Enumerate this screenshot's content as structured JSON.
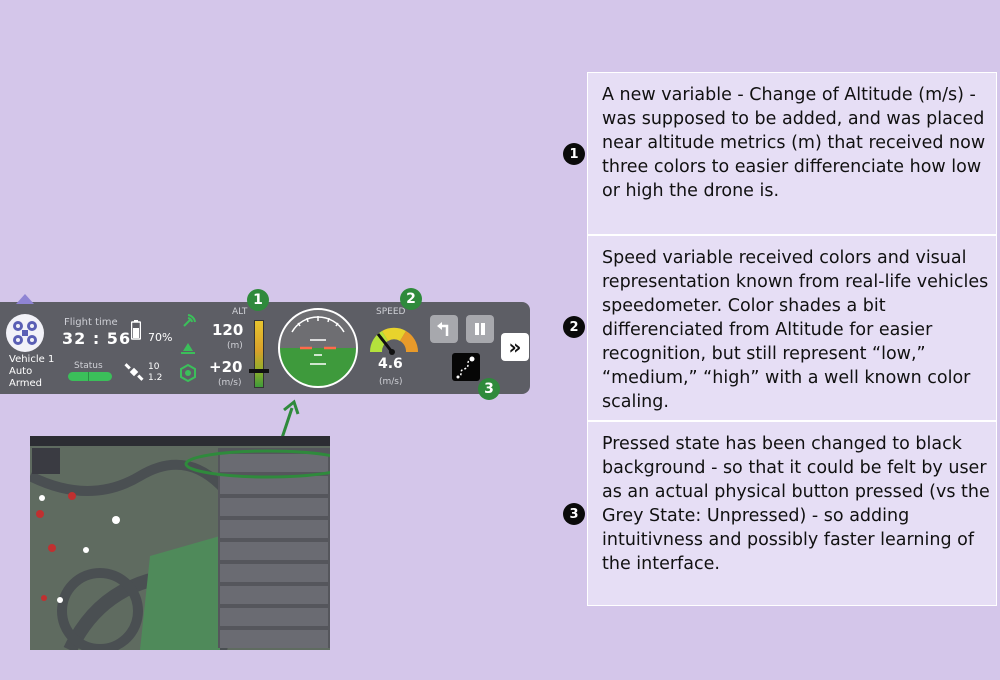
{
  "vehicle_bar": {
    "vehicle_name": "Vehicle 1",
    "vehicle_mode": "Auto",
    "vehicle_state": "Armed",
    "flight_time_label": "Flight time",
    "flight_time_value": "32 : 56",
    "status_label": "Status",
    "battery_value": "70%",
    "gps_satellites": "10",
    "gps_hdop": "1.2",
    "alt_label": "ALT",
    "alt_value": "120",
    "alt_unit": "(m)",
    "alt_change_value": "+20",
    "alt_change_unit": "(m/s)",
    "speed_label": "SPEED",
    "speed_value": "4.6",
    "speed_unit": "(m/s)",
    "expand_label": "»",
    "badges": [
      "1",
      "2",
      "3"
    ]
  },
  "notes": [
    {
      "number": "1",
      "text": "A new variable - Change of Altitude (m/s) - was supposed to be added, and was placed near altitude metrics (m) that received now three colors to easier differenciate how low or high the drone is."
    },
    {
      "number": "2",
      "text": "Speed variable received colors and visual representation known from real-life vehicles speedometer. Color shades a bit differenciated from Altitude for easier recognition, but still represent “low,” “medium,” “high” with a well known color scaling."
    },
    {
      "number": "3",
      "text": "Pressed state has been changed to black background - so that it could be felt by user as an actual physical button pressed (vs the Grey State: Unpressed) - so adding intuitivness and possibly faster learning of the interface."
    }
  ],
  "colors": {
    "bar_bg": "#5d5e65",
    "badge_green": "#2f8a3c",
    "status_green": "#3bbf5a",
    "page_bg": "#d4c6ea",
    "note_bg": "#e6def5"
  },
  "icons": [
    "drone-icon",
    "battery-icon",
    "signal-icon",
    "landing-icon",
    "satellite-icon",
    "hex-icon",
    "return-icon",
    "pause-icon",
    "mission-path-icon",
    "double-chevron-icon"
  ]
}
